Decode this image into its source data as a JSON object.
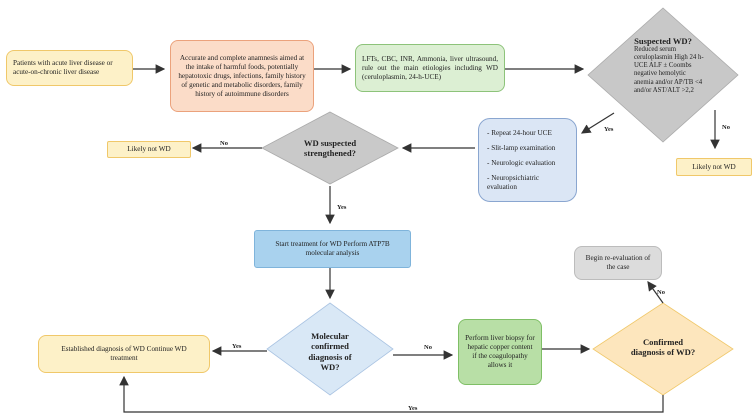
{
  "nodes": {
    "patients": "Patients with acute liver disease or acute-on-chronic liver disease",
    "anamnesis": "Accurate and complete anamnesis aimed at the intake of harmful foods, potentially hepatotoxic drugs, infections, family history of genetic and metabolic disorders, family history of autoimmune disorders",
    "lab_tests": "LFTs, CBC, INR, Ammonia, liver ultrasound, rule out the main etiologies including WD (ceruloplasmin, 24-h-UCE)",
    "suspected_wd_title": "Suspected WD?",
    "suspected_wd_criteria": "Reduced serum ceruloplasmin High 24 h-UCE ALF ± Coombs negative hemolytic anemia and/or AP/TB <4 and/or AST/ALT >2,2",
    "likely_not_wd_right": "Likely not WD",
    "repeat_list": [
      "- Repeat 24-hour UCE",
      "- Slit-lamp examination",
      "- Neurologic evaluation",
      "- Neuropsichiatric evaluation"
    ],
    "wd_strengthened": "WD suspected strengthened?",
    "likely_not_wd_left": "Likely not WD",
    "start_treatment": "Start treatment for WD Perform ATP7B molecular analysis",
    "molecular": "Molecular confirmed diagnosis of WD?",
    "established": "Established diagnosis of WD Continue WD treatment",
    "biopsy": "Perform liver biopsy for hepatic copper content if the coagulopathy allows it",
    "confirmed": "Confirmed diagnosis of WD?",
    "reevaluation": "Begin re-evaluation of the case"
  },
  "edges": {
    "suspected_yes": "Yes",
    "suspected_no": "No",
    "strengthened_no": "No",
    "strengthened_yes": "Yes",
    "molecular_yes": "Yes",
    "molecular_no": "No",
    "confirmed_no": "No",
    "confirmed_yes": "Yes"
  },
  "colors": {
    "yellow_fill": "#fdf1c8",
    "yellow_stroke": "#f0c86a",
    "peach_fill": "#fbdcc8",
    "peach_stroke": "#eba27c",
    "green_fill": "#dcefd3",
    "green_stroke": "#8dc37a",
    "green_dark_fill": "#b8dfa6",
    "blue_fill": "#dbe6f5",
    "blue_stroke": "#8aa6d0",
    "blue_bar_fill": "#a9d2ee",
    "grey_diamond": "#c8c8c8",
    "light_blue_diamond": "#d9e8f6",
    "orange_diamond": "#fde6bd",
    "grey_box": "#dcdcdc",
    "arrow": "#333333"
  }
}
